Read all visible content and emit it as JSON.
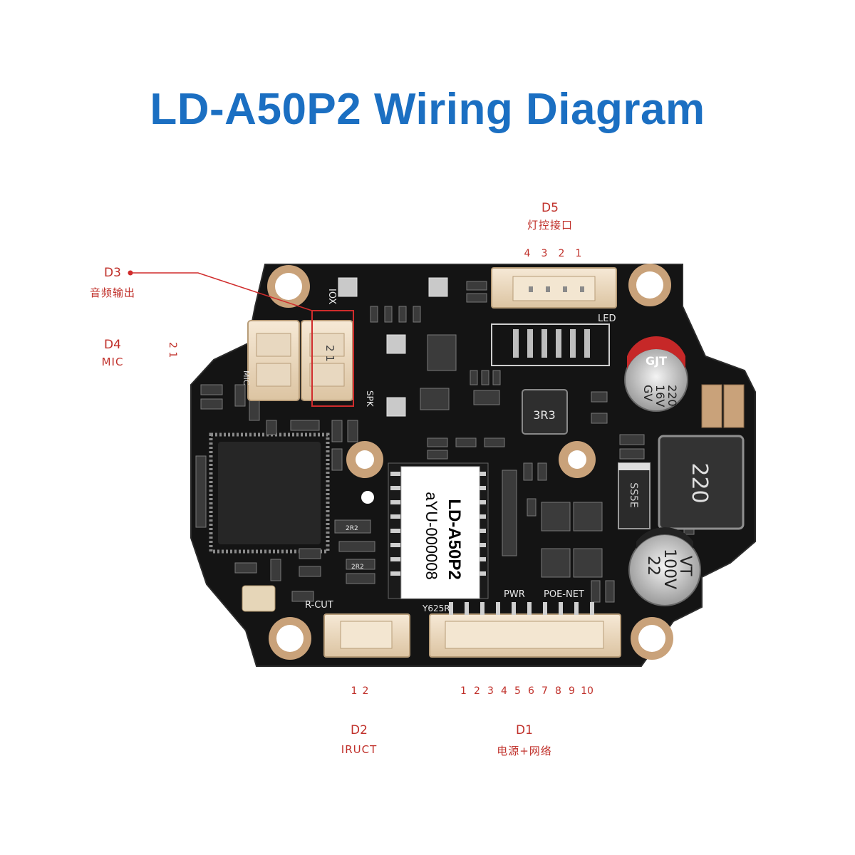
{
  "title": "LD-A50P2 Wiring Diagram",
  "colors": {
    "title": "#1b6fc2",
    "label": "#c0302a",
    "board": "#141414",
    "pad": "#c9a27a"
  },
  "connectors": {
    "d1": {
      "code": "D1",
      "desc": "电源+网络",
      "pins": [
        "1",
        "2",
        "3",
        "4",
        "5",
        "6",
        "7",
        "8",
        "9",
        "10"
      ]
    },
    "d2": {
      "code": "D2",
      "desc": "IRUCT",
      "pins": [
        "1",
        "2"
      ]
    },
    "d3": {
      "code": "D3",
      "desc": "音频输出",
      "pins_on_board": "2 1"
    },
    "d4": {
      "code": "D4",
      "desc": "MIC",
      "pins": "2 1"
    },
    "d5": {
      "code": "D5",
      "desc": "灯控接口",
      "pins": [
        "4",
        "3",
        "2",
        "1"
      ]
    }
  },
  "board": {
    "module_line1": "LD-A50P2",
    "module_line2": "aYU-000008",
    "silk_iox": "IOX",
    "silk_led": "LED",
    "silk_spk": "SPK",
    "silk_mic": "MIC",
    "silk_pwr": "PWR",
    "silk_poe": "POE-NET",
    "silk_rcut": "R-CUT",
    "silk_rev": "Y625R",
    "inductor_small": "3R3",
    "inductor_big": "220",
    "cap1_brand": "GJT",
    "cap1_value": "220",
    "cap1_volt": "16V",
    "cap1_series": "GV",
    "cap2_value": "22",
    "cap2_volt": "100V",
    "cap2_series": "VT",
    "diode": "SS5E",
    "resistor": "2R2"
  }
}
